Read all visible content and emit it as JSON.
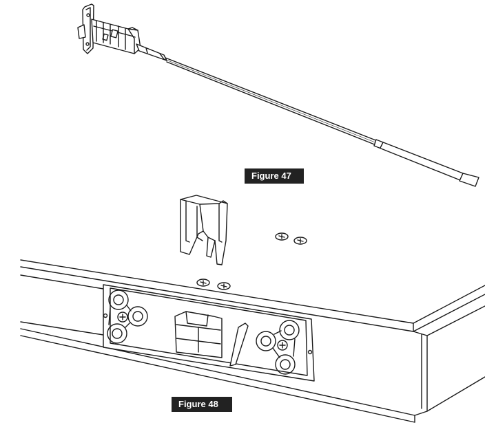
{
  "figures": [
    {
      "label": "Figure 47",
      "subject": "latch-with-spindle"
    },
    {
      "label": "Figure 48",
      "subject": "door-edge-with-strike-plate-and-jig-clip"
    }
  ],
  "colors": {
    "line": "#1a1a1a",
    "label_background": "#222222",
    "label_text": "#ffffff",
    "background": "#ffffff"
  }
}
